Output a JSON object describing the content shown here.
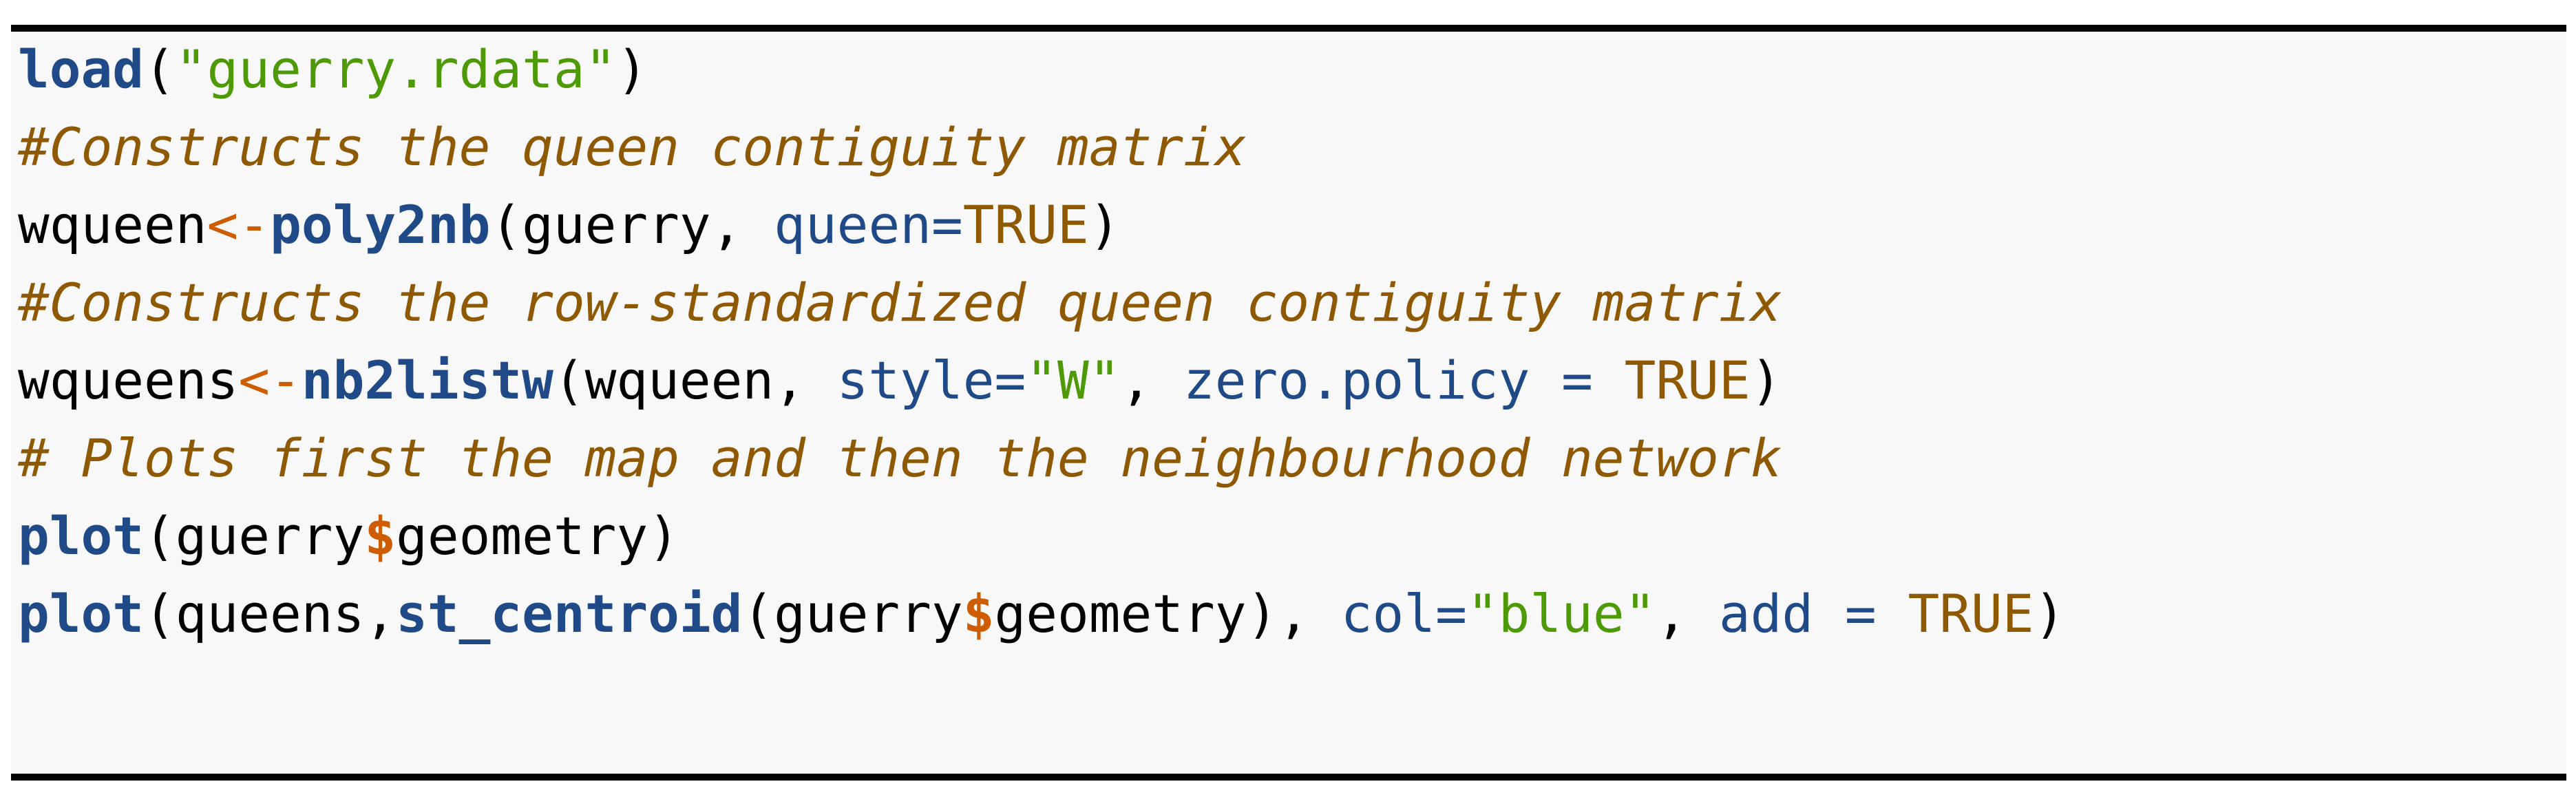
{
  "code": {
    "line1": {
      "fn": "load",
      "p1": "(",
      "str": "\"guerry.rdata\"",
      "p2": ")"
    },
    "line2": {
      "comment": "#Constructs the queen contiguity matrix"
    },
    "line3": {
      "var": "wqueen",
      "assign": "<-",
      "fn": "poly2nb",
      "p1": "(guerry, ",
      "arg": "queen=",
      "const": "TRUE",
      "p2": ")"
    },
    "line4": {
      "comment": "#Constructs the row-standardized queen contiguity matrix"
    },
    "line5": {
      "var": "wqueens",
      "assign": "<-",
      "fn": "nb2listw",
      "p1": "(wqueen, ",
      "arg1": "style=",
      "str": "\"W\"",
      "p2": ", ",
      "arg2": "zero.policy = ",
      "const": "TRUE",
      "p3": ")"
    },
    "line6": {
      "comment": "# Plots first the map and then the neighbourhood network"
    },
    "line7": {
      "fn": "plot",
      "p1": "(guerry",
      "dollar": "$",
      "p2": "geometry)"
    },
    "line8": {
      "fn1": "plot",
      "p1": "(queens,",
      "fn2": "st_centroid",
      "p2": "(guerry",
      "dollar": "$",
      "p3": "geometry), ",
      "arg1": "col=",
      "str": "\"blue\"",
      "p4": ", ",
      "arg2": "add = ",
      "const": "TRUE",
      "p5": ")"
    }
  },
  "colors": {
    "function": "#204a87",
    "string": "#4e9a06",
    "comment": "#8f5902",
    "operator": "#ce5c00",
    "constant": "#8f5902",
    "background": "#f8f8f8",
    "rule": "#000000"
  }
}
